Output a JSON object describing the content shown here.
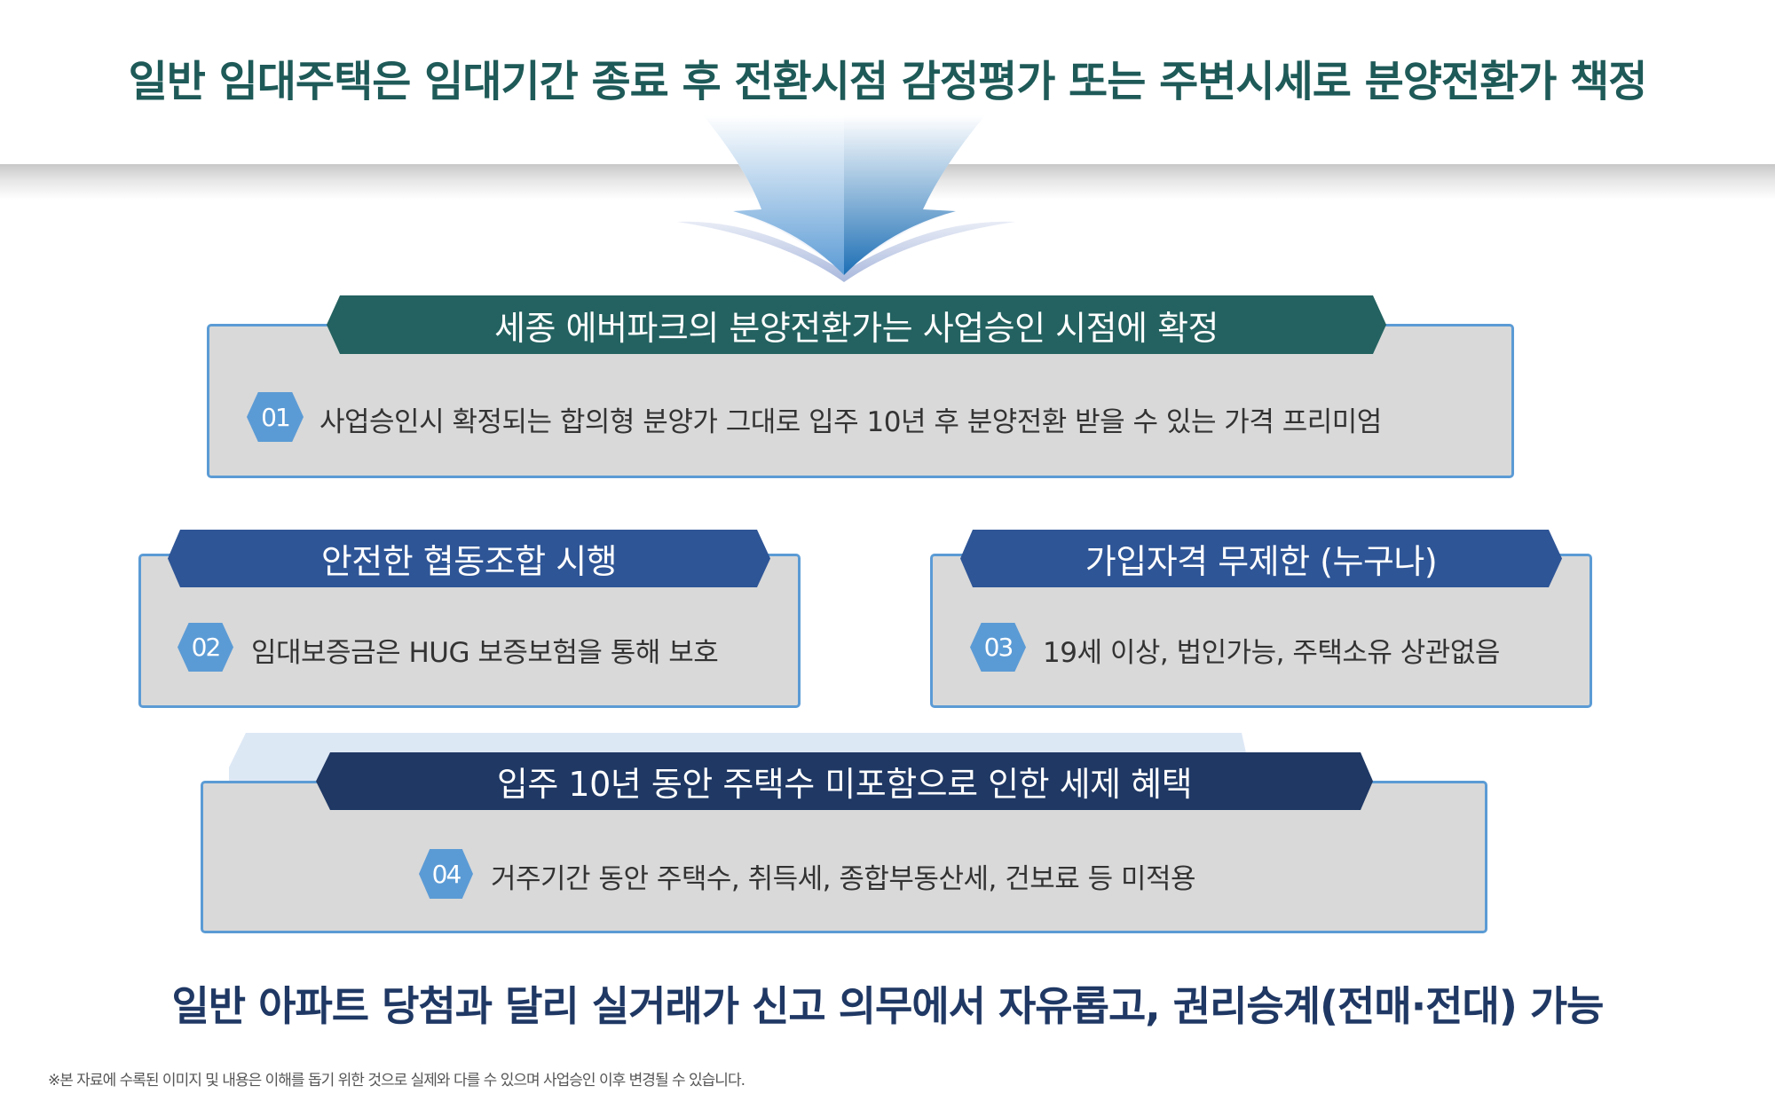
{
  "header": {
    "title": "일반 임대주택은 임대기간 종료 후 전환시점 감정평가 또는 주변시세로 분양전환가 책정"
  },
  "sections": [
    {
      "banner": "세종 에버파크의 분양전환가는 사업승인 시점에 확정",
      "number": "01",
      "text": "사업승인시 확정되는 합의형 분양가 그대로 입주 10년 후 분양전환 받을 수 있는 가격 프리미엄"
    },
    {
      "banner": "안전한 협동조합 시행",
      "number": "02",
      "text": "임대보증금은 HUG 보증보험을 통해 보호"
    },
    {
      "banner": "가입자격 무제한 (누구나)",
      "number": "03",
      "text": "19세 이상, 법인가능, 주택소유 상관없음"
    },
    {
      "banner": "입주 10년 동안 주택수 미포함으로 인한 세제 혜택",
      "number": "04",
      "text": "거주기간 동안 주택수, 취득세, 종합부동산세, 건보료 등 미적용"
    }
  ],
  "conclusion": {
    "title": "일반 아파트 당첨과 달리 실거래가 신고 의무에서 자유롭고, 권리승계(전매·전대) 가능"
  },
  "footnote": "※본 자료에 수록된 이미지 및 내용은 이해를 돕기 위한 것으로 실제와 다를 수 있으며 사업승인 이후 변경될 수 있습니다.",
  "colors": {
    "title_green": "#1e5a58",
    "banner_green": "#236260",
    "banner_blue": "#2e5596",
    "banner_navy": "#1f3864",
    "box_fill": "#d9d9d9",
    "box_border": "#5b9bd5",
    "badge": "#5b9bd5",
    "arrow_blue": "#2f7fc1"
  },
  "icons": {
    "arrow": "down-arrow-icon",
    "badge": "hexagon-badge-icon"
  }
}
